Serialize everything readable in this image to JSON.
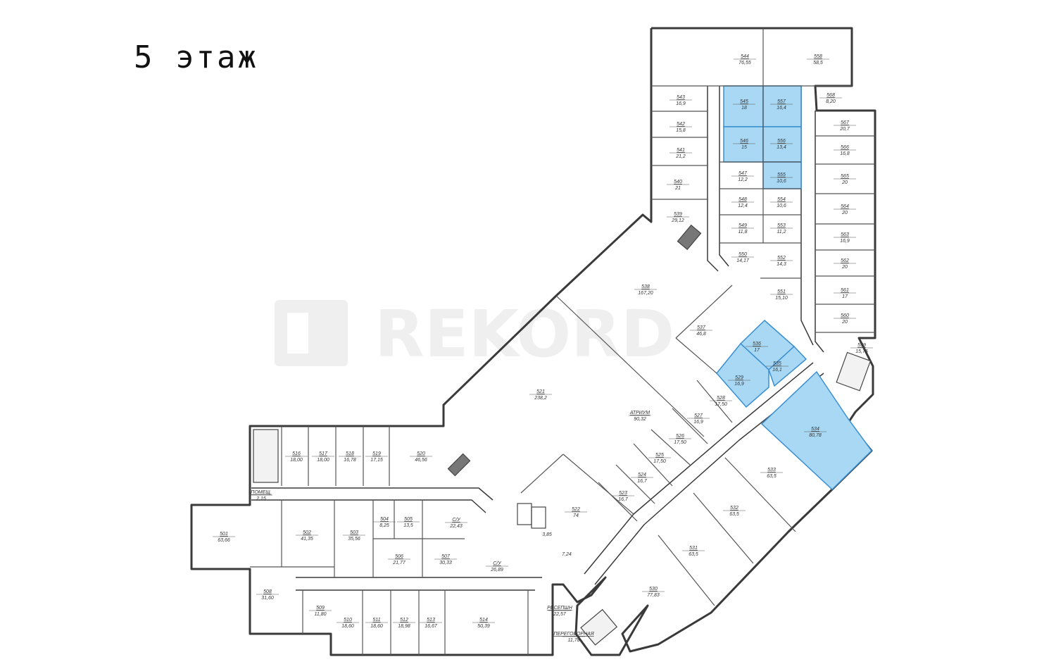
{
  "floor_title": "5 этаж",
  "watermark": "REKORD",
  "colors": {
    "wall": "#3a3a3a",
    "highlight_fill": "#a9d8f5",
    "highlight_stroke": "#3a8fd0"
  },
  "rooms": [
    {
      "num": "544",
      "area": "76,55",
      "hl": false
    },
    {
      "num": "558",
      "area": "58,5",
      "hl": false
    },
    {
      "num": "543",
      "area": "16,9",
      "hl": false
    },
    {
      "num": "545",
      "area": "18",
      "hl": true
    },
    {
      "num": "557",
      "area": "16,4",
      "hl": true
    },
    {
      "num": "568",
      "area": "8,20",
      "hl": false
    },
    {
      "num": "542",
      "area": "15,8",
      "hl": false
    },
    {
      "num": "546",
      "area": "15",
      "hl": true
    },
    {
      "num": "556",
      "area": "13,4",
      "hl": true
    },
    {
      "num": "567",
      "area": "20,7",
      "hl": false
    },
    {
      "num": "541",
      "area": "21,2",
      "hl": false
    },
    {
      "num": "566",
      "area": "16,8",
      "hl": false
    },
    {
      "num": "540",
      "area": "21",
      "hl": false
    },
    {
      "num": "547",
      "area": "12,2",
      "hl": false
    },
    {
      "num": "555",
      "area": "10,6",
      "hl": true
    },
    {
      "num": "565",
      "area": "20",
      "hl": false
    },
    {
      "num": "548",
      "area": "12,4",
      "hl": false
    },
    {
      "num": "554",
      "area": "10,6",
      "hl": false
    },
    {
      "num": "564",
      "area": "20",
      "hl": false
    },
    {
      "num": "539",
      "area": "29,12",
      "hl": false
    },
    {
      "num": "549",
      "area": "11,8",
      "hl": false
    },
    {
      "num": "553",
      "area": "11,2",
      "hl": false
    },
    {
      "num": "563",
      "area": "16,9",
      "hl": false
    },
    {
      "num": "550",
      "area": "14,17",
      "hl": false
    },
    {
      "num": "552",
      "area": "14,3",
      "hl": false
    },
    {
      "num": "562",
      "area": "20",
      "hl": false
    },
    {
      "num": "538",
      "area": "167,20",
      "hl": false
    },
    {
      "num": "551",
      "area": "15,10",
      "hl": false
    },
    {
      "num": "561",
      "area": "17",
      "hl": false
    },
    {
      "num": "560",
      "area": "20",
      "hl": false
    },
    {
      "num": "537",
      "area": "46,8",
      "hl": false
    },
    {
      "num": "536",
      "area": "17",
      "hl": true
    },
    {
      "num": "559",
      "area": "15,75",
      "hl": false
    },
    {
      "num": "535",
      "area": "16,1",
      "hl": true
    },
    {
      "num": "529",
      "area": "16,9",
      "hl": true
    },
    {
      "num": "521",
      "area": "238,2",
      "hl": false
    },
    {
      "num": "528",
      "area": "17,50",
      "hl": false
    },
    {
      "num": "534",
      "area": "80,78",
      "hl": true
    },
    {
      "num": "527",
      "area": "16,9",
      "hl": false
    },
    {
      "num": "АТРИУМ",
      "area": "90,32",
      "hl": false
    },
    {
      "num": "526",
      "area": "17,50",
      "hl": false
    },
    {
      "num": "525",
      "area": "17,50",
      "hl": false
    },
    {
      "num": "533",
      "area": "63,5",
      "hl": false
    },
    {
      "num": "524",
      "area": "16,7",
      "hl": false
    },
    {
      "num": "523",
      "area": "16,7",
      "hl": false
    },
    {
      "num": "522",
      "area": "74",
      "hl": false
    },
    {
      "num": "532",
      "area": "63,5",
      "hl": false
    },
    {
      "num": "531",
      "area": "63,5",
      "hl": false
    },
    {
      "num": "530",
      "area": "77,83",
      "hl": false
    },
    {
      "num": "516",
      "area": "18,00",
      "hl": false
    },
    {
      "num": "517",
      "area": "18,00",
      "hl": false
    },
    {
      "num": "518",
      "area": "16,78",
      "hl": false
    },
    {
      "num": "519",
      "area": "17,15",
      "hl": false
    },
    {
      "num": "520",
      "area": "46,56",
      "hl": false
    },
    {
      "num": "ПОМЕЩ.",
      "area": "2,15",
      "hl": false
    },
    {
      "num": "501",
      "area": "63,66",
      "hl": false
    },
    {
      "num": "502",
      "area": "41,35",
      "hl": false
    },
    {
      "num": "503",
      "area": "35,56",
      "hl": false
    },
    {
      "num": "504",
      "area": "8,25",
      "hl": false
    },
    {
      "num": "505",
      "area": "13,5",
      "hl": false
    },
    {
      "num": "С/У",
      "area": "22,43",
      "hl": false
    },
    {
      "num": "506",
      "area": "21,77",
      "hl": false
    },
    {
      "num": "507",
      "area": "30,33",
      "hl": false
    },
    {
      "num": "С/У",
      "area": "26,89",
      "hl": false
    },
    {
      "num": "508",
      "area": "31,60",
      "hl": false
    },
    {
      "num": "509",
      "area": "11,80",
      "hl": false
    },
    {
      "num": "510",
      "area": "18,60",
      "hl": false
    },
    {
      "num": "511",
      "area": "18,60",
      "hl": false
    },
    {
      "num": "512",
      "area": "18,98",
      "hl": false
    },
    {
      "num": "513",
      "area": "16,67",
      "hl": false
    },
    {
      "num": "514",
      "area": "50,39",
      "hl": false
    },
    {
      "num": "РЕСЕПШН",
      "area": "22,57",
      "hl": false
    },
    {
      "num": "ПЕРЕГОВОРНАЯ",
      "area": "11,78",
      "hl": false
    },
    {
      "num": "",
      "area": "3,85",
      "hl": false
    },
    {
      "num": "",
      "area": "7,24",
      "hl": false
    }
  ]
}
